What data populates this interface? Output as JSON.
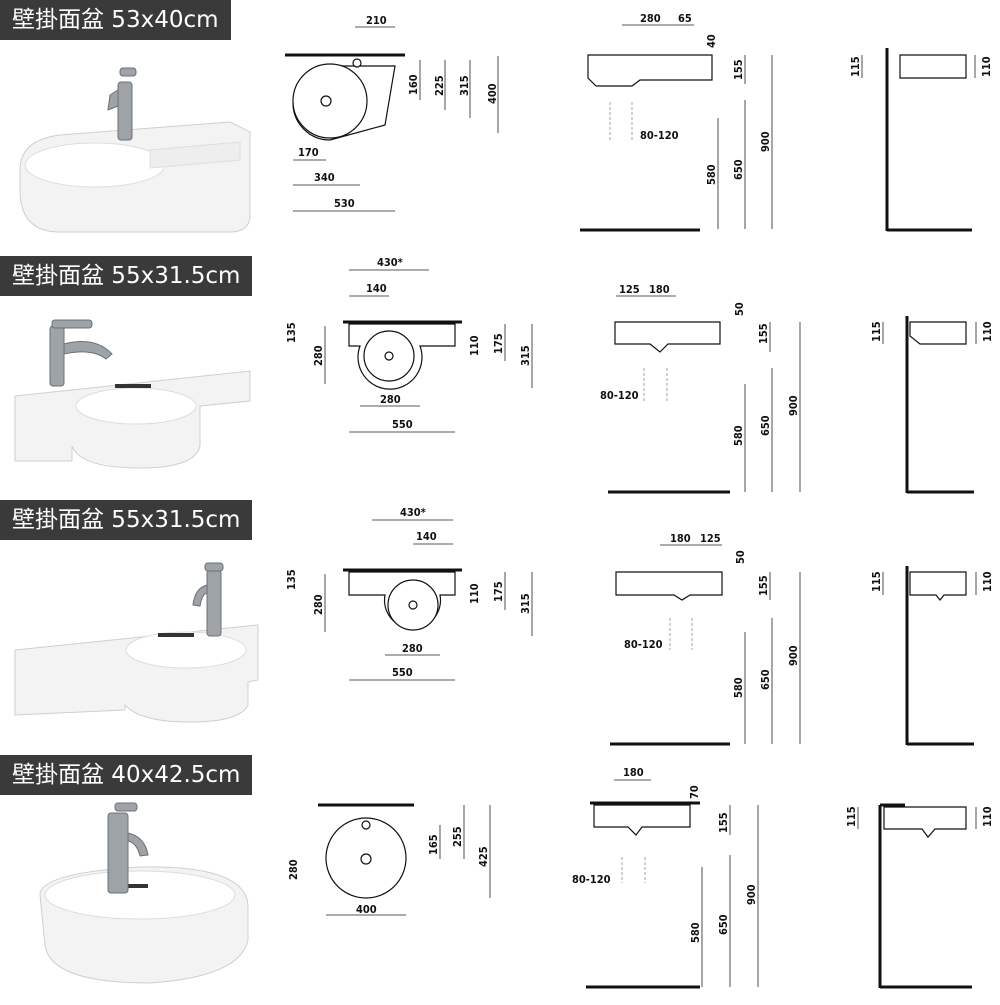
{
  "rows": [
    {
      "title": "壁掛面盆 53x40cm",
      "top_view": {
        "d1": "210",
        "d2": "160",
        "d3": "225",
        "d4": "315",
        "d5": "400",
        "d6": "170",
        "d7": "340",
        "d8": "530"
      },
      "front_view": {
        "d1": "280",
        "d2": "65",
        "d3": "40",
        "d4": "155",
        "d5": "80-120",
        "d6": "580",
        "d7": "650",
        "d8": "900"
      },
      "side_view": {
        "d1": "115",
        "d2": "110"
      }
    },
    {
      "title": "壁掛面盆 55x31.5cm",
      "top_view": {
        "d1": "430*",
        "d2": "140",
        "d3": "135",
        "d4": "280",
        "d5": "110",
        "d6": "175",
        "d7": "315",
        "d8": "280",
        "d9": "550"
      },
      "front_view": {
        "d1": "125",
        "d2": "180",
        "d3": "50",
        "d4": "155",
        "d5": "80-120",
        "d6": "580",
        "d7": "650",
        "d8": "900"
      },
      "side_view": {
        "d1": "115",
        "d2": "110"
      }
    },
    {
      "title": "壁掛面盆 55x31.5cm",
      "top_view": {
        "d1": "430*",
        "d2": "140",
        "d3": "135",
        "d4": "280",
        "d5": "110",
        "d6": "175",
        "d7": "315",
        "d8": "280",
        "d9": "550"
      },
      "front_view": {
        "d1": "180",
        "d2": "125",
        "d3": "50",
        "d4": "155",
        "d5": "80-120",
        "d6": "580",
        "d7": "650",
        "d8": "900"
      },
      "side_view": {
        "d1": "115",
        "d2": "110"
      }
    },
    {
      "title": "壁掛面盆 40x42.5cm",
      "top_view": {
        "d1": "280",
        "d2": "165",
        "d3": "255",
        "d4": "425",
        "d5": "400"
      },
      "front_view": {
        "d1": "180",
        "d2": "70",
        "d3": "155",
        "d4": "80-120",
        "d5": "580",
        "d6": "650",
        "d7": "900"
      },
      "side_view": {
        "d1": "115",
        "d2": "110"
      }
    }
  ]
}
